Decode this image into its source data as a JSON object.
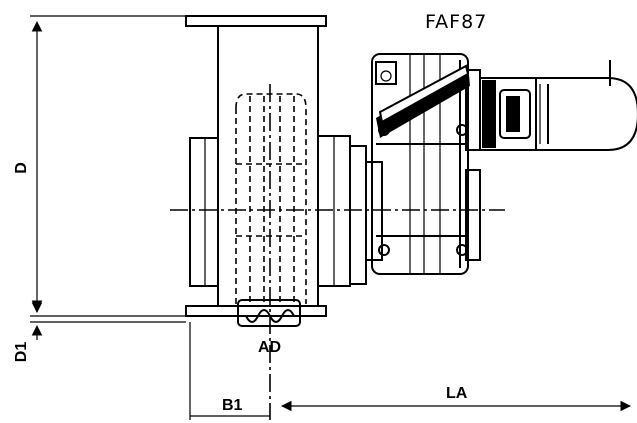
{
  "title": "FAF87",
  "dimensions": {
    "D": "D",
    "D1": "D1",
    "AD": "AD",
    "B1": "B1",
    "LA": "LA"
  }
}
